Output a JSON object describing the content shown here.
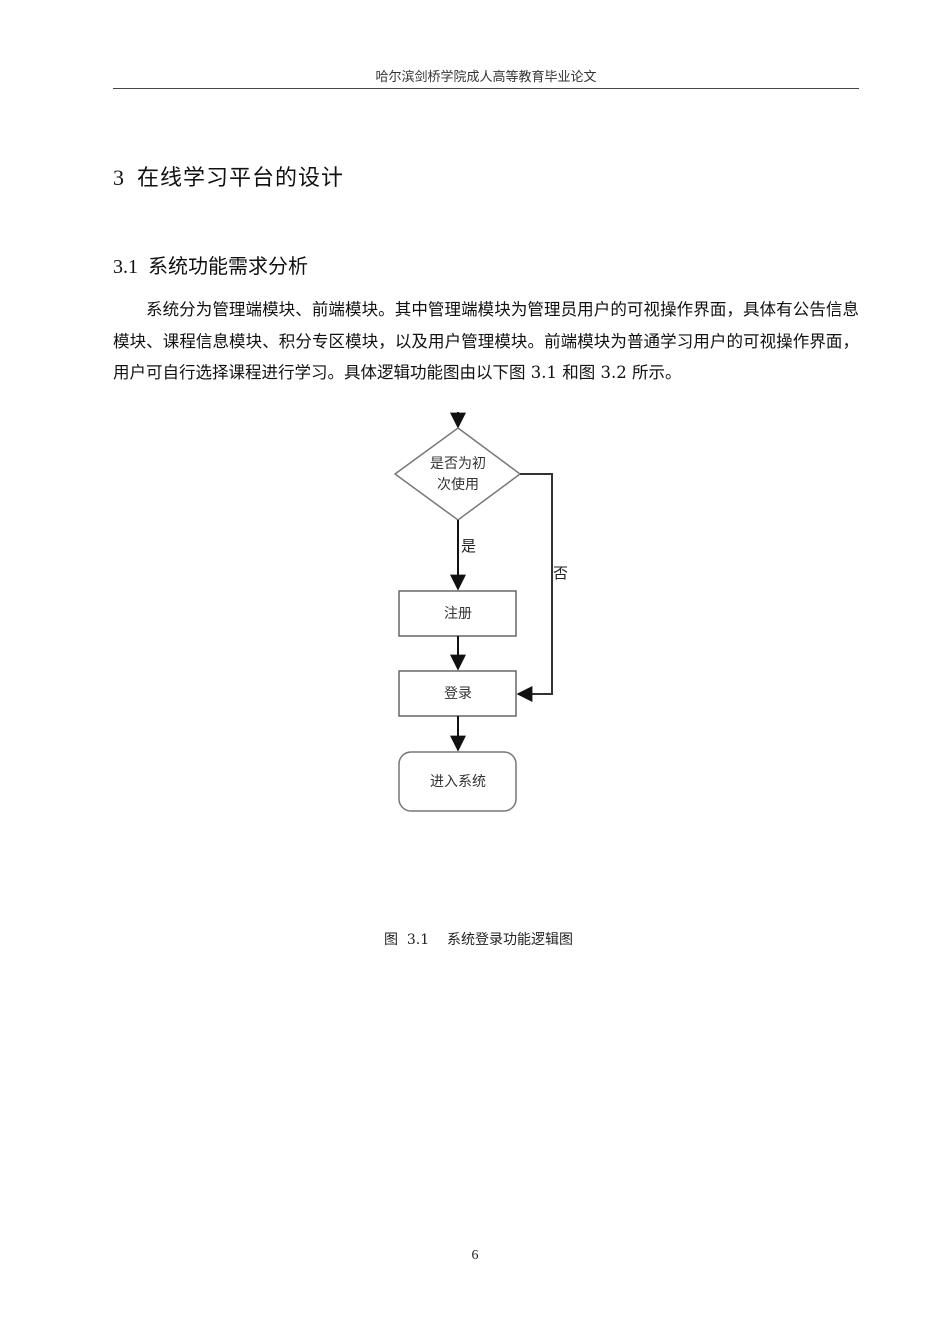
{
  "header": {
    "title": "哈尔滨剑桥学院成人高等教育毕业论文"
  },
  "chapter": {
    "number": "3",
    "title": "在线学习平台的设计"
  },
  "section": {
    "number": "3.1",
    "title": "系统功能需求分析"
  },
  "body": {
    "paragraph": "系统分为管理端模块、前端模块。其中管理端模块为管理员用户的可视操作界面，具体有公告信息模块、课程信息模块、积分专区模块，以及用户管理模块。前端模块为普通学习用户的可视操作界面，用户可自行选择课程进行学习。具体逻辑功能图由以下图 3.1 和图  3.2 所示。"
  },
  "figure": {
    "nodes": {
      "decision_line1": "是否为初",
      "decision_line2": "次使用",
      "register": "注册",
      "login": "登录",
      "enter": "进入系统"
    },
    "edges": {
      "yes": "是",
      "no": "否"
    },
    "caption": "图  3.1    系统登录功能逻辑图"
  },
  "footer": {
    "page_number": "6"
  }
}
